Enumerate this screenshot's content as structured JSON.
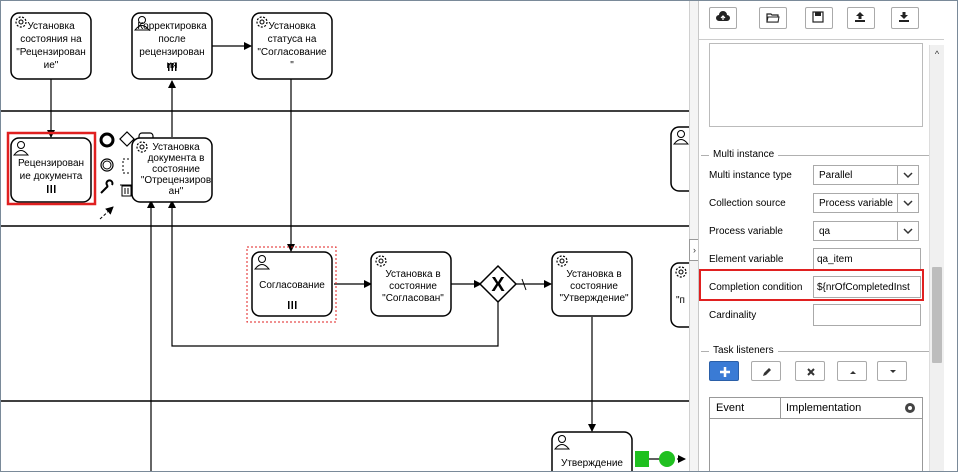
{
  "diagram": {
    "tasks": [
      {
        "id": "t1",
        "kind": "service",
        "label_lines": [
          "Установка",
          "состояния на",
          "\"Рецензирован",
          "ие\""
        ]
      },
      {
        "id": "t2",
        "kind": "user",
        "label_lines": [
          "Корректировка",
          "после",
          "рецензирован",
          "ия"
        ]
      },
      {
        "id": "t3",
        "kind": "service",
        "label_lines": [
          "Установка",
          "статуса на",
          "\"Согласование",
          "\""
        ]
      },
      {
        "id": "t4",
        "kind": "user",
        "selected": true,
        "label_lines": [
          "Рецензирован",
          "ие документа"
        ]
      },
      {
        "id": "t5",
        "kind": "service",
        "label_lines": [
          "Установка",
          "документа в",
          "состояние",
          "\"Отрецензиров",
          "ан\""
        ]
      },
      {
        "id": "t6",
        "kind": "user",
        "dashed": true,
        "label_lines": [
          "Согласование"
        ]
      },
      {
        "id": "t7",
        "kind": "service",
        "label_lines": [
          "Установка в",
          "состояние",
          "\"Согласован\""
        ]
      },
      {
        "id": "t8",
        "kind": "service",
        "label_lines": [
          "Установка в",
          "состояние",
          "\"Утверждение\""
        ]
      },
      {
        "id": "t9",
        "kind": "user",
        "label_lines": [
          "Утверждение"
        ]
      },
      {
        "id": "t10",
        "kind": "user",
        "label_lines": []
      },
      {
        "id": "t11",
        "kind": "service",
        "label_lines": [
          "\"п"
        ]
      }
    ],
    "gateway_symbol": "X"
  },
  "panel": {
    "toolbar": [
      {
        "name": "upload-cloud-icon"
      },
      {
        "name": "open-folder-icon"
      },
      {
        "name": "save-icon"
      },
      {
        "name": "export-icon"
      },
      {
        "name": "download-icon"
      }
    ],
    "multi_instance": {
      "title": "Multi instance",
      "fields": {
        "type": {
          "label": "Multi instance type",
          "value": "Parallel"
        },
        "collection_source": {
          "label": "Collection source",
          "value": "Process variable"
        },
        "process_variable": {
          "label": "Process variable",
          "value": "qa"
        },
        "element_variable": {
          "label": "Element variable",
          "value": "qa_item"
        },
        "completion_condition": {
          "label": "Completion condition",
          "value": "${nrOfCompletedInst"
        },
        "cardinality": {
          "label": "Cardinality",
          "value": ""
        }
      }
    },
    "task_listeners": {
      "title": "Task listeners",
      "columns": [
        "Event",
        "Implementation"
      ]
    }
  },
  "colors": {
    "highlight": "#e02020",
    "accent": "#3a7bd5",
    "end_event": "#20c020"
  }
}
